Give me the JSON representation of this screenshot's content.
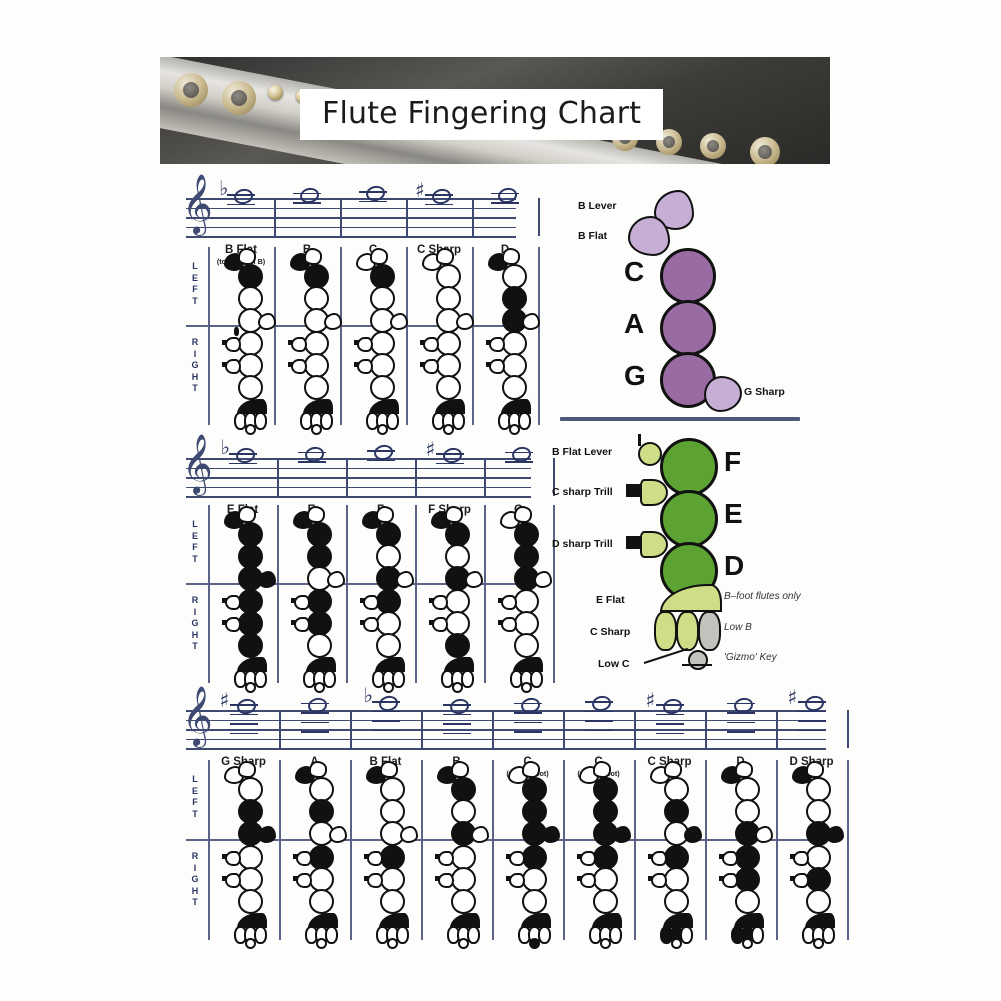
{
  "header": {
    "title": "Flute Fingering Chart",
    "photo_alt": "flute-photo"
  },
  "hand_labels": {
    "left": "LEFT",
    "right": "RIGHT"
  },
  "systems": [
    {
      "id": "system-1",
      "columns": [
        {
          "name": "B Flat",
          "sub": "(to trill with B)",
          "accidental": "flat",
          "left": {
            "thumb_b": true,
            "thumb_bb": false,
            "k1": true,
            "k2": false,
            "k3": false,
            "k4": false,
            "pinky": false
          },
          "right": {
            "r1": false,
            "trill1": false,
            "trill2": false,
            "r2": false,
            "r3": false,
            "eflat": true,
            "foot": [
              false,
              false,
              false
            ],
            "gizmo": false,
            "extra_lever": true
          }
        },
        {
          "name": "B",
          "sub": "",
          "accidental": "none",
          "left": {
            "thumb_b": true,
            "thumb_bb": false,
            "k1": true,
            "k2": false,
            "k3": false,
            "k4": false,
            "pinky": false
          },
          "right": {
            "r1": false,
            "trill1": false,
            "trill2": false,
            "r2": false,
            "r3": false,
            "eflat": true,
            "foot": [
              false,
              false,
              false
            ],
            "gizmo": false,
            "extra_lever": false
          }
        },
        {
          "name": "C",
          "sub": "",
          "accidental": "none",
          "left": {
            "thumb_b": false,
            "thumb_bb": false,
            "k1": true,
            "k2": false,
            "k3": false,
            "k4": false,
            "pinky": false
          },
          "right": {
            "r1": false,
            "trill1": false,
            "trill2": false,
            "r2": false,
            "r3": false,
            "eflat": true,
            "foot": [
              false,
              false,
              false
            ],
            "gizmo": false,
            "extra_lever": false
          }
        },
        {
          "name": "C Sharp",
          "sub": "",
          "accidental": "sharp",
          "left": {
            "thumb_b": false,
            "thumb_bb": false,
            "k1": false,
            "k2": false,
            "k3": false,
            "k4": false,
            "pinky": false
          },
          "right": {
            "r1": false,
            "trill1": false,
            "trill2": false,
            "r2": false,
            "r3": false,
            "eflat": true,
            "foot": [
              false,
              false,
              false
            ],
            "gizmo": false,
            "extra_lever": false
          }
        },
        {
          "name": "D",
          "sub": "",
          "accidental": "none",
          "left": {
            "thumb_b": true,
            "thumb_bb": false,
            "k1": false,
            "k2": true,
            "k3": true,
            "k4": false,
            "pinky": false
          },
          "right": {
            "r1": false,
            "trill1": false,
            "trill2": false,
            "r2": false,
            "r3": false,
            "eflat": true,
            "foot": [
              false,
              false,
              false
            ],
            "gizmo": false,
            "extra_lever": false
          }
        }
      ]
    },
    {
      "id": "system-2",
      "columns": [
        {
          "name": "E Flat",
          "sub": "",
          "accidental": "flat",
          "left": {
            "thumb_b": true,
            "thumb_bb": false,
            "k1": true,
            "k2": true,
            "k3": true,
            "k4": false,
            "pinky": true
          },
          "right": {
            "r1": true,
            "trill1": false,
            "trill2": false,
            "r2": true,
            "r3": true,
            "eflat": true,
            "foot": [
              false,
              false,
              false
            ],
            "gizmo": false,
            "extra_lever": false
          }
        },
        {
          "name": "E",
          "sub": "",
          "accidental": "none",
          "left": {
            "thumb_b": true,
            "thumb_bb": false,
            "k1": true,
            "k2": true,
            "k3": false,
            "k4": false,
            "pinky": false
          },
          "right": {
            "r1": true,
            "trill1": false,
            "trill2": false,
            "r2": true,
            "r3": false,
            "eflat": true,
            "foot": [
              false,
              false,
              false
            ],
            "gizmo": false,
            "extra_lever": false
          }
        },
        {
          "name": "F",
          "sub": "",
          "accidental": "none",
          "left": {
            "thumb_b": true,
            "thumb_bb": false,
            "k1": true,
            "k2": false,
            "k3": true,
            "k4": false,
            "pinky": false
          },
          "right": {
            "r1": true,
            "trill1": false,
            "trill2": false,
            "r2": false,
            "r3": false,
            "eflat": true,
            "foot": [
              false,
              false,
              false
            ],
            "gizmo": false,
            "extra_lever": false
          }
        },
        {
          "name": "F Sharp",
          "sub": "",
          "accidental": "sharp",
          "left": {
            "thumb_b": true,
            "thumb_bb": false,
            "k1": true,
            "k2": false,
            "k3": true,
            "k4": false,
            "pinky": false
          },
          "right": {
            "r1": false,
            "trill1": false,
            "trill2": false,
            "r2": false,
            "r3": true,
            "eflat": true,
            "foot": [
              false,
              false,
              false
            ],
            "gizmo": false,
            "extra_lever": false
          }
        },
        {
          "name": "G",
          "sub": "",
          "accidental": "none",
          "left": {
            "thumb_b": false,
            "thumb_bb": false,
            "k1": true,
            "k2": true,
            "k3": true,
            "k4": false,
            "pinky": false
          },
          "right": {
            "r1": false,
            "trill1": false,
            "trill2": false,
            "r2": false,
            "r3": false,
            "eflat": true,
            "foot": [
              false,
              false,
              false
            ],
            "gizmo": false,
            "extra_lever": false
          }
        }
      ]
    },
    {
      "id": "system-3",
      "columns": [
        {
          "name": "G Sharp",
          "sub": "",
          "accidental": "sharp",
          "left": {
            "thumb_b": false,
            "thumb_bb": false,
            "k1": false,
            "k2": true,
            "k3": true,
            "k4": false,
            "pinky": true
          },
          "right": {
            "r1": false,
            "trill1": false,
            "trill2": false,
            "r2": false,
            "r3": false,
            "eflat": true,
            "foot": [
              false,
              false,
              false
            ],
            "gizmo": false,
            "extra_lever": false
          }
        },
        {
          "name": "A",
          "sub": "",
          "accidental": "none",
          "left": {
            "thumb_b": true,
            "thumb_bb": false,
            "k1": false,
            "k2": true,
            "k3": false,
            "k4": false,
            "pinky": false
          },
          "right": {
            "r1": true,
            "trill1": false,
            "trill2": false,
            "r2": false,
            "r3": false,
            "eflat": true,
            "foot": [
              false,
              false,
              false
            ],
            "gizmo": false,
            "extra_lever": false
          }
        },
        {
          "name": "B Flat",
          "sub": "",
          "accidental": "flat",
          "left": {
            "thumb_b": true,
            "thumb_bb": false,
            "k1": false,
            "k2": false,
            "k3": false,
            "k4": false,
            "pinky": false
          },
          "right": {
            "r1": true,
            "trill1": false,
            "trill2": false,
            "r2": false,
            "r3": false,
            "eflat": true,
            "foot": [
              false,
              false,
              false
            ],
            "gizmo": false,
            "extra_lever": false
          }
        },
        {
          "name": "B",
          "sub": "",
          "accidental": "none",
          "left": {
            "thumb_b": true,
            "thumb_bb": false,
            "k1": true,
            "k2": false,
            "k3": true,
            "k4": false,
            "pinky": false
          },
          "right": {
            "r1": false,
            "trill1": false,
            "trill2": false,
            "r2": false,
            "r3": false,
            "eflat": true,
            "foot": [
              false,
              false,
              false
            ],
            "gizmo": false,
            "extra_lever": false
          }
        },
        {
          "name": "C",
          "sub": "(with B-foot)",
          "accidental": "none",
          "left": {
            "thumb_b": false,
            "thumb_bb": false,
            "k1": true,
            "k2": true,
            "k3": true,
            "k4": false,
            "pinky": true
          },
          "right": {
            "r1": true,
            "trill1": false,
            "trill2": false,
            "r2": false,
            "r3": false,
            "eflat": true,
            "foot": [
              false,
              false,
              false
            ],
            "gizmo": true,
            "extra_lever": false
          }
        },
        {
          "name": "C",
          "sub": "(with C-foot)",
          "accidental": "none",
          "left": {
            "thumb_b": false,
            "thumb_bb": false,
            "k1": true,
            "k2": true,
            "k3": true,
            "k4": false,
            "pinky": true
          },
          "right": {
            "r1": true,
            "trill1": false,
            "trill2": false,
            "r2": false,
            "r3": false,
            "eflat": true,
            "foot": [
              false,
              false,
              false
            ],
            "gizmo": false,
            "extra_lever": false
          }
        },
        {
          "name": "C Sharp",
          "sub": "",
          "accidental": "sharp",
          "left": {
            "thumb_b": false,
            "thumb_bb": false,
            "k1": false,
            "k2": true,
            "k3": false,
            "k4": false,
            "pinky": true
          },
          "right": {
            "r1": true,
            "trill1": false,
            "trill2": false,
            "r2": false,
            "r3": false,
            "eflat": true,
            "foot": [
              true,
              true,
              false
            ],
            "gizmo": false,
            "extra_lever": false
          }
        },
        {
          "name": "D",
          "sub": "",
          "accidental": "none",
          "left": {
            "thumb_b": true,
            "thumb_bb": false,
            "k1": false,
            "k2": false,
            "k3": true,
            "k4": false,
            "pinky": false
          },
          "right": {
            "r1": true,
            "trill1": false,
            "trill2": false,
            "r2": true,
            "r3": false,
            "eflat": true,
            "foot": [
              true,
              true,
              false
            ],
            "gizmo": false,
            "extra_lever": false
          }
        },
        {
          "name": "D Sharp",
          "sub": "",
          "accidental": "sharp",
          "left": {
            "thumb_b": true,
            "thumb_bb": false,
            "k1": false,
            "k2": false,
            "k3": true,
            "k4": false,
            "pinky": true
          },
          "right": {
            "r1": false,
            "trill1": false,
            "trill2": false,
            "r2": true,
            "r3": false,
            "eflat": true,
            "foot": [
              false,
              false,
              false
            ],
            "gizmo": false,
            "extra_lever": false
          }
        }
      ]
    }
  ],
  "left_hand_map": {
    "title": "left-hand-key-map",
    "color": "#9a6ba3",
    "light_color": "#c6aed4",
    "labels": {
      "b_lever": "B Lever",
      "b_flat": "B Flat",
      "c": "C",
      "a": "A",
      "g": "G",
      "g_sharp": "G Sharp"
    }
  },
  "right_hand_map": {
    "title": "right-hand-key-map",
    "color": "#5ca333",
    "light_color": "#cede87",
    "gray_color": "#c4c2bd",
    "labels": {
      "b_flat_lever": "B Flat Lever",
      "c_sharp_trill": "C sharp Trill",
      "d_sharp_trill": "D sharp Trill",
      "f": "F",
      "e": "E",
      "d": "D",
      "e_flat": "E Flat",
      "c_sharp": "C Sharp",
      "low_c": "Low C",
      "b_foot_note": "B–foot flutes only",
      "low_b": "Low B",
      "gizmo": "'Gizmo'  Key"
    }
  },
  "colors": {
    "staff": "#3f4a72",
    "grid": "#5b6488",
    "purple": "#9a6ba3",
    "purple_light": "#c6aed4",
    "green": "#5ca333",
    "green_light": "#cede87",
    "ink": "#111111"
  }
}
